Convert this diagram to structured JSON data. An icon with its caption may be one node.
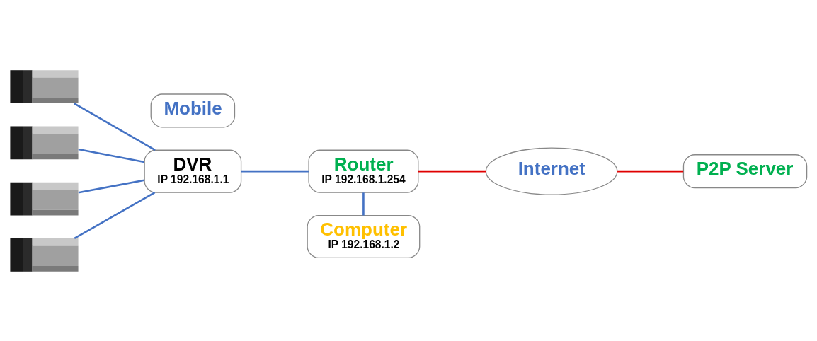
{
  "diagram": {
    "nodes": [
      {
        "text": [],
        "shape": "picture"
      },
      {
        "text": [],
        "shape": "picture"
      },
      {
        "text": [],
        "shape": "picture"
      },
      {
        "text": [],
        "shape": "picture"
      },
      {
        "text": [
          "DVR",
          "IP 192.168.1.1"
        ]
      },
      {
        "text": [
          "Router",
          "IP 192.168.1.254"
        ]
      },
      {
        "text": [
          "Internet"
        ]
      },
      {
        "text": [
          "P2P Server"
        ]
      },
      {
        "text": [
          "Mobile"
        ]
      },
      {
        "text": [
          "Computer",
          "IP 192.168.1.2"
        ]
      }
    ],
    "edges": [
      {
        "from": 0,
        "to": 4,
        "arrow": "none"
      },
      {
        "from": 1,
        "to": 4,
        "arrow": "none"
      },
      {
        "from": 2,
        "to": 4,
        "arrow": "none"
      },
      {
        "from": 3,
        "to": 4,
        "arrow": "none"
      },
      {
        "from": 4,
        "to": 5,
        "arrow": "none"
      },
      {
        "from": 5,
        "to": 9,
        "arrow": "none"
      },
      {
        "from": 5,
        "to": 6,
        "arrow": "none",
        "color": "#e00000"
      },
      {
        "from": 6,
        "to": 7,
        "arrow": "none",
        "color": "#e00000"
      }
    ]
  }
}
